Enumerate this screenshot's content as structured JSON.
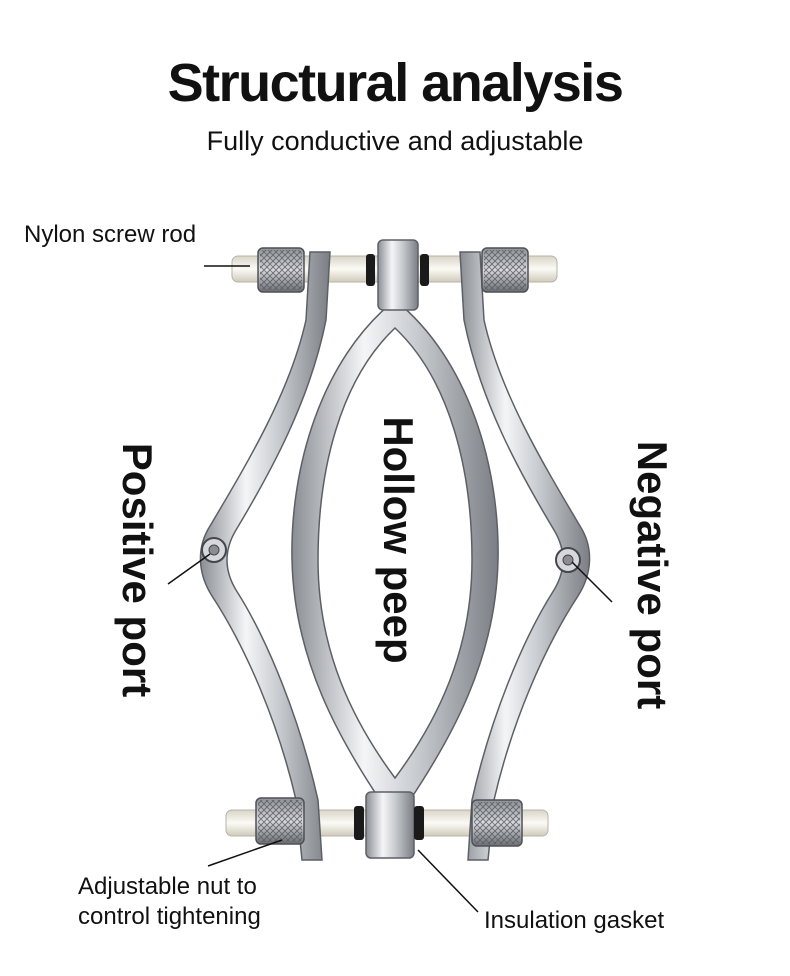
{
  "title": "Structural analysis",
  "subtitle": "Fully conductive and adjustable",
  "labels": {
    "nylon_screw_rod": "Nylon screw rod",
    "positive_port": "Positive port",
    "hollow_peep": "Hollow peep",
    "negative_port": "Negative port",
    "adjustable_nut_line1": "Adjustable nut to",
    "adjustable_nut_line2": "control tightening",
    "insulation_gasket": "Insulation gasket"
  },
  "colors": {
    "metal_light": "#f2f3f5",
    "metal_mid": "#b9bcc1",
    "metal_dark": "#6f7379",
    "nylon": "#efece2",
    "gasket": "#1a1a1a"
  }
}
